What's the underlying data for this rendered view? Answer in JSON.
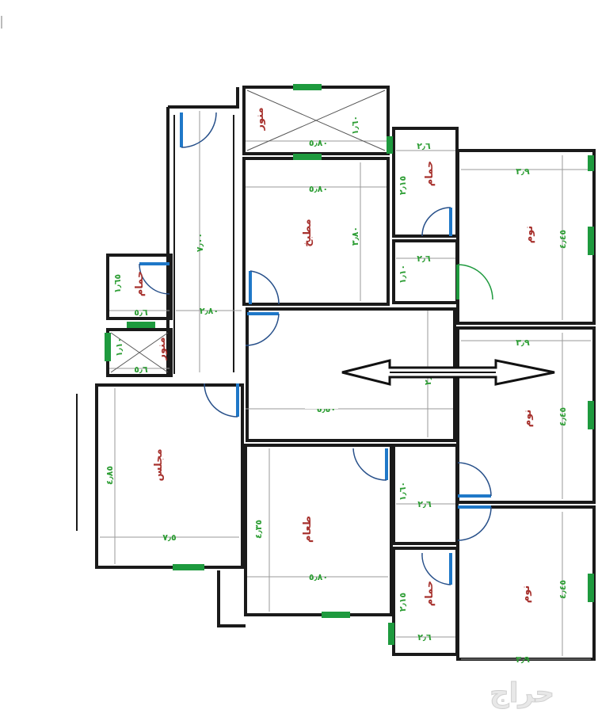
{
  "plan": {
    "rooms": {
      "majlis": "مجلس",
      "taam": "طعام",
      "matbakh": "مطبخ",
      "nawm_top": "نوم",
      "nawm_mid": "نوم",
      "nawm_bottom": "نوم",
      "hammam_top": "حمام",
      "hammam_left": "حمام",
      "hammam_bottom": "حمام",
      "manwar_top": "منور",
      "manwar_left": "منور"
    },
    "dimensions": {
      "manwar_top_width": "٥٫٨٠",
      "manwar_top_height": "١٫٦٠",
      "kitchen_width": "٥٫٨٠",
      "kitchen_height": "٣٫٨٠",
      "corridor_length": "٧٫٠٠",
      "corridor_width": "٢٫٨٠",
      "hall_width": "٥٫٥٠",
      "hall_height": "٢٫٧٥",
      "hammam_top_width": "٢٫٦",
      "hammam_top_height": "٢٫١٥",
      "lobby_top_width": "٢٫٦",
      "lobby_top_height": "١٫١٠",
      "nawm_top_width": "٣٫٩",
      "nawm_top_height": "٤٫٤٥",
      "nawm_mid_width": "٣٫٩",
      "nawm_mid_height": "٤٫٤٥",
      "nawm_bottom_width": "٣٫٩",
      "nawm_bottom_height": "٤٫٤٥",
      "hammam_left_width": "٥٫٦",
      "hammam_left_height": "١٫٦٥",
      "manwar_left_width": "٥٫٦",
      "manwar_left_height": "١٫١٠",
      "majlis_width": "٧٫٥",
      "majlis_height": "٤٫٨٥",
      "taam_width": "٥٫٨٠",
      "taam_height": "٤٫٣٥",
      "lobby_bottom_width": "٢٫٦",
      "lobby_bottom_height": "١٫٦٠",
      "hammam_bottom_width": "٢٫٦",
      "hammam_bottom_height": "٢٫١٥"
    },
    "watermark": "حراج",
    "colors": {
      "wall": "#1a1a1a",
      "room_label": "#a7322e",
      "dimension_label": "#2e9e35",
      "window": "#1e9a3e",
      "door": "#1f78c8"
    }
  }
}
